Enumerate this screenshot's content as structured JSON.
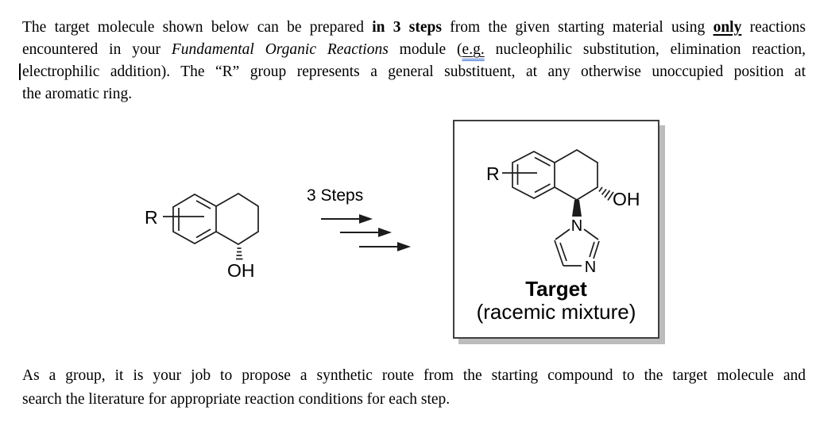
{
  "intro_paragraph": {
    "line1": {
      "seg_a": "The target molecule shown below can be prepared ",
      "seg_b_bold": "in 3 steps",
      "seg_c": " from the given starting material using ",
      "seg_d_bold_underlined": "only",
      "seg_e": " reactions"
    },
    "line2": {
      "seg_a": "encountered in your ",
      "seg_b_italic": "Fundamental Organic Reactions",
      "seg_c": " module (",
      "seg_d_underlined_grammar": "e.g.",
      "seg_e": " nucleophilic substitution, elimination reaction,"
    },
    "line3": "electrophilic addition).  The “R” group represents a general substituent, at any otherwise unoccupied position at",
    "line4": "the aromatic ring."
  },
  "scheme": {
    "starting_material": {
      "r_group_label": "R",
      "hydroxyl_label": "OH"
    },
    "steps_label": "3 Steps",
    "target_box": {
      "r_group_label": "R",
      "hydroxyl_label": "OH",
      "imidazole_n1_label": "N",
      "imidazole_n3_label": "N",
      "title": "Target",
      "subtitle": "(racemic mixture)"
    }
  },
  "task_paragraph": {
    "line1": "As a group, it is your job to propose a synthetic route from the starting compound to the target molecule and",
    "line2": "search the literature for appropriate reaction conditions for each step."
  },
  "colors": {
    "text": "#000000",
    "bond_stroke": "#1c1c1c",
    "grammar_check_underline": "#3b6fd4",
    "box_border": "#3f3f3f",
    "box_shadow": "#bcbcbc"
  }
}
